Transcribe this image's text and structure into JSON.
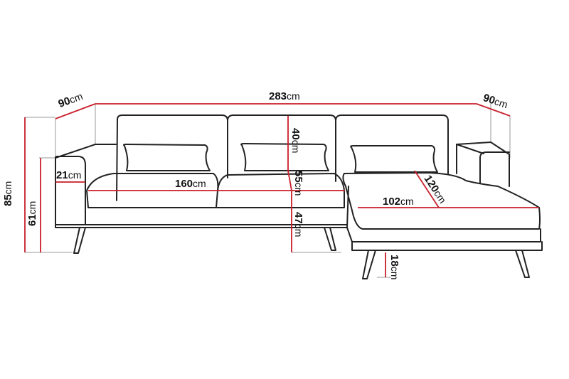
{
  "diagram": {
    "type": "product-dimension-drawing",
    "subject": "L-shaped corner sofa with right chaise",
    "colors": {
      "outline": "#222222",
      "dimension_line": "#c81e2a",
      "guide_line": "#9a9a9a",
      "background": "#ffffff"
    },
    "dimensions": {
      "total_width": {
        "value": "283",
        "unit": "cm"
      },
      "left_depth": {
        "value": "90",
        "unit": "cm"
      },
      "right_depth": {
        "value": "90",
        "unit": "cm"
      },
      "total_height": {
        "value": "85",
        "unit": "cm"
      },
      "armrest_height": {
        "value": "61",
        "unit": "cm"
      },
      "armrest_width": {
        "value": "21",
        "unit": "cm"
      },
      "seat_width": {
        "value": "160",
        "unit": "cm"
      },
      "backrest_height": {
        "value": "40",
        "unit": "cm"
      },
      "seat_depth": {
        "value": "55",
        "unit": "cm"
      },
      "seat_height": {
        "value": "47",
        "unit": "cm"
      },
      "chaise_width": {
        "value": "102",
        "unit": "cm"
      },
      "chaise_length": {
        "value": "120",
        "unit": "cm"
      },
      "leg_height": {
        "value": "18",
        "unit": "cm"
      }
    }
  }
}
